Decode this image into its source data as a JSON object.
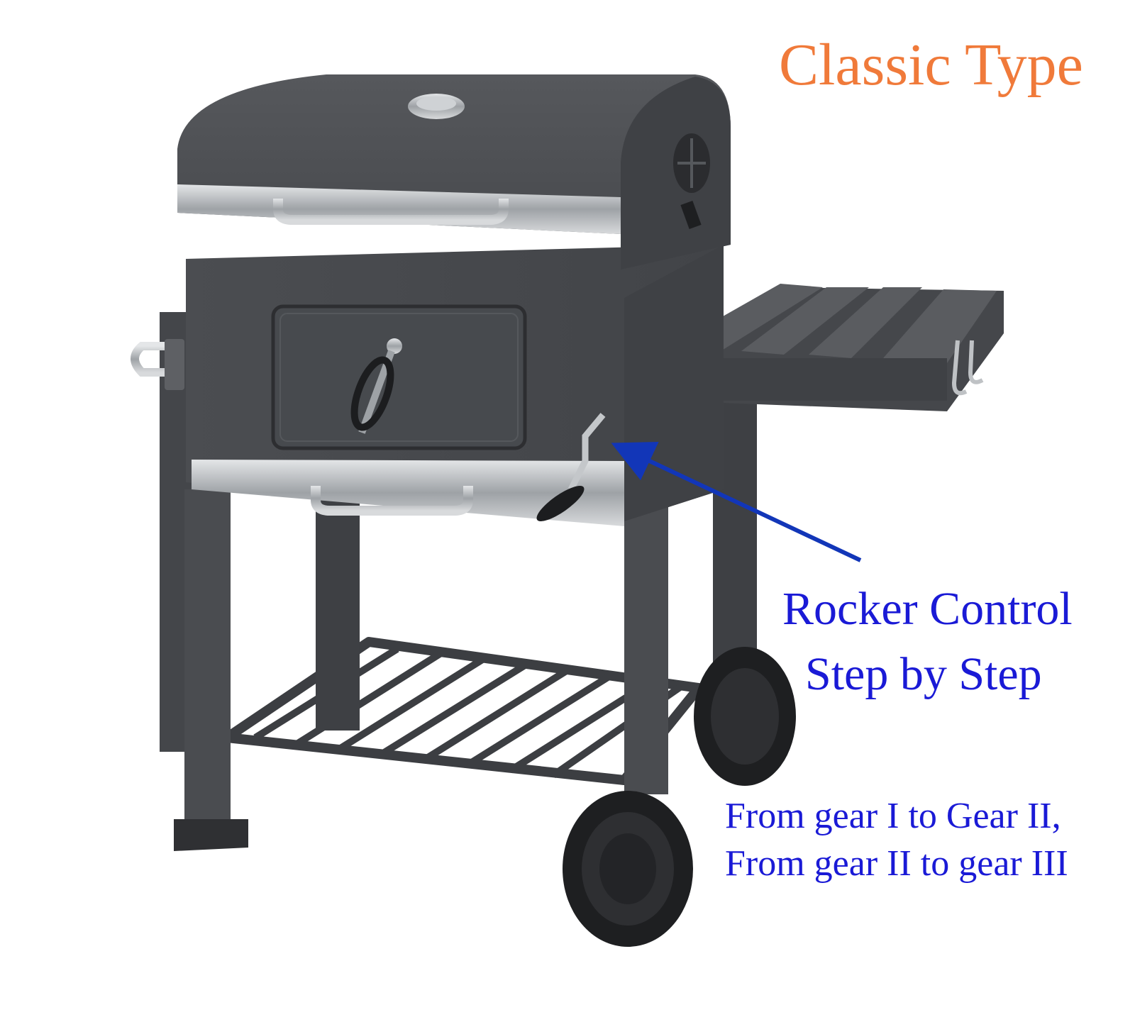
{
  "title": "Classic Type",
  "annotation": {
    "line1": "Rocker Control",
    "line2": "Step by Step"
  },
  "gear_note": {
    "line1": "From gear I to Gear II,",
    "line2": "From gear II to gear III"
  },
  "colors": {
    "background": "#ffffff",
    "title": "#f07a3a",
    "annotation": "#1a1ad6",
    "arrow": "#1236b8",
    "grill_body": "#4a4c50",
    "grill_dark": "#3a3c40",
    "stainless": "#b9bcc0"
  },
  "illustration": {
    "subject": "charcoal-barbecue-grill",
    "parts": [
      "lid",
      "lid-handle",
      "thermometer-knob",
      "air-vent",
      "firebox",
      "charcoal-door",
      "door-handle",
      "rocker-crank",
      "side-shelf",
      "tool-hooks",
      "bottom-rack",
      "legs",
      "wheels"
    ]
  }
}
